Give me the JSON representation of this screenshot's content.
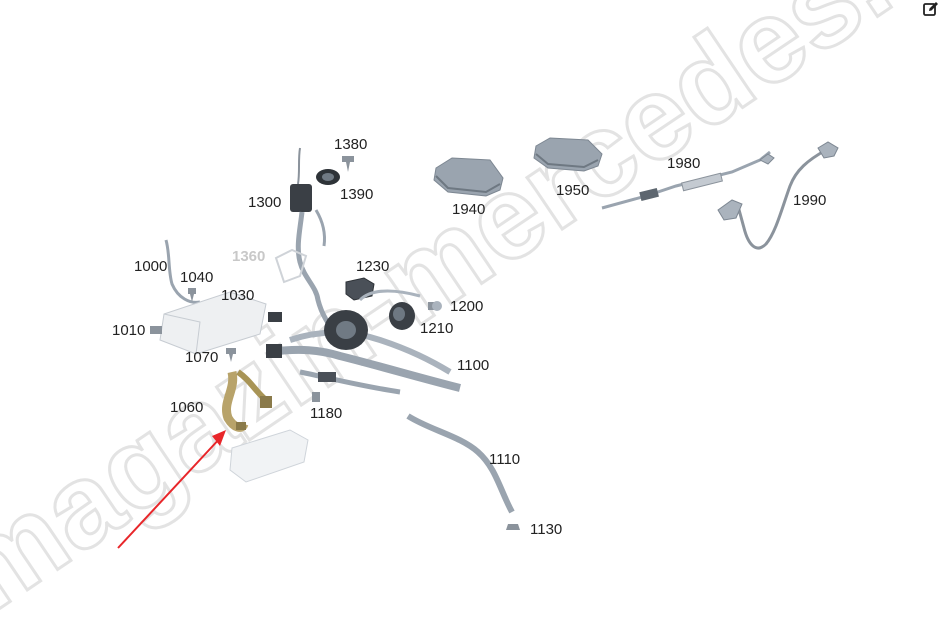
{
  "toolbar": {
    "edit_icon": "edit-square-icon"
  },
  "watermark": {
    "text": "magazin-mercedes.ru"
  },
  "callouts": [
    {
      "id": "1000",
      "text": "1000"
    },
    {
      "id": "1010",
      "text": "1010"
    },
    {
      "id": "1030",
      "text": "1030"
    },
    {
      "id": "1040",
      "text": "1040"
    },
    {
      "id": "1060",
      "text": "1060"
    },
    {
      "id": "1070",
      "text": "1070"
    },
    {
      "id": "1100",
      "text": "1100"
    },
    {
      "id": "1110",
      "text": "1110"
    },
    {
      "id": "1130",
      "text": "1130"
    },
    {
      "id": "1180",
      "text": "1180"
    },
    {
      "id": "1200",
      "text": "1200"
    },
    {
      "id": "1210",
      "text": "1210"
    },
    {
      "id": "1230",
      "text": "1230"
    },
    {
      "id": "1300",
      "text": "1300"
    },
    {
      "id": "1360",
      "text": "1360"
    },
    {
      "id": "1380",
      "text": "1380"
    },
    {
      "id": "1390",
      "text": "1390"
    },
    {
      "id": "1940",
      "text": "1940"
    },
    {
      "id": "1950",
      "text": "1950"
    },
    {
      "id": "1980",
      "text": "1980"
    },
    {
      "id": "1990",
      "text": "1990"
    }
  ],
  "highlight": {
    "part": "1060",
    "arrow_color": "#e8262a",
    "part_color": "#b8a36a"
  },
  "colors": {
    "part_gray": "#aab3bd",
    "part_dark": "#3a3f45",
    "part_light": "#d9dde2",
    "watermark": "#ececec"
  }
}
